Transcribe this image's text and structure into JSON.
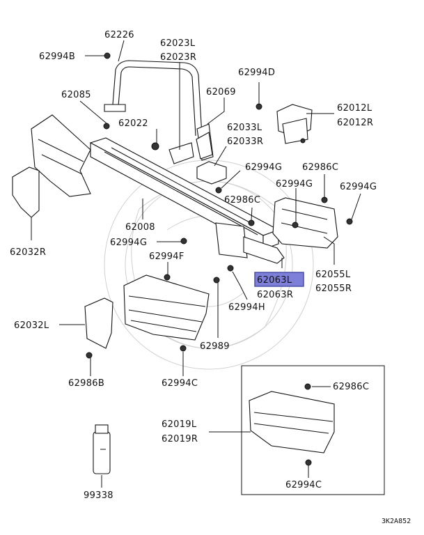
{
  "diagram": {
    "highlight_color": "#7d7fd8",
    "footer_code": "3K2A852",
    "labels": {
      "p62226": "62226",
      "p62994B": "62994B",
      "p62023L": "62023L",
      "p62023R": "62023R",
      "p62994D": "62994D",
      "p62085": "62085",
      "p62069": "62069",
      "p62012L": "62012L",
      "p62012R": "62012R",
      "p62022": "62022",
      "p62033L": "62033L",
      "p62033R": "62033R",
      "p62994G_a": "62994G",
      "p62986C_a": "62986C",
      "p62994G_b": "62994G",
      "p62994G_c": "62994G",
      "p62986C_b": "62986C",
      "p62008": "62008",
      "p62032R": "62032R",
      "p62994G_d": "62994G",
      "p62994F": "62994F",
      "p62055L": "62055L",
      "p62055R": "62055R",
      "p62063L": "62063L",
      "p62063R": "62063R",
      "p62994H": "62994H",
      "p62032L": "62032L",
      "p62989": "62989",
      "p62986B": "62986B",
      "p62994C_a": "62994C",
      "p62986C_c": "62986C",
      "p62019L": "62019L",
      "p62019R": "62019R",
      "p62994C_b": "62994C",
      "p99338": "99338"
    }
  }
}
